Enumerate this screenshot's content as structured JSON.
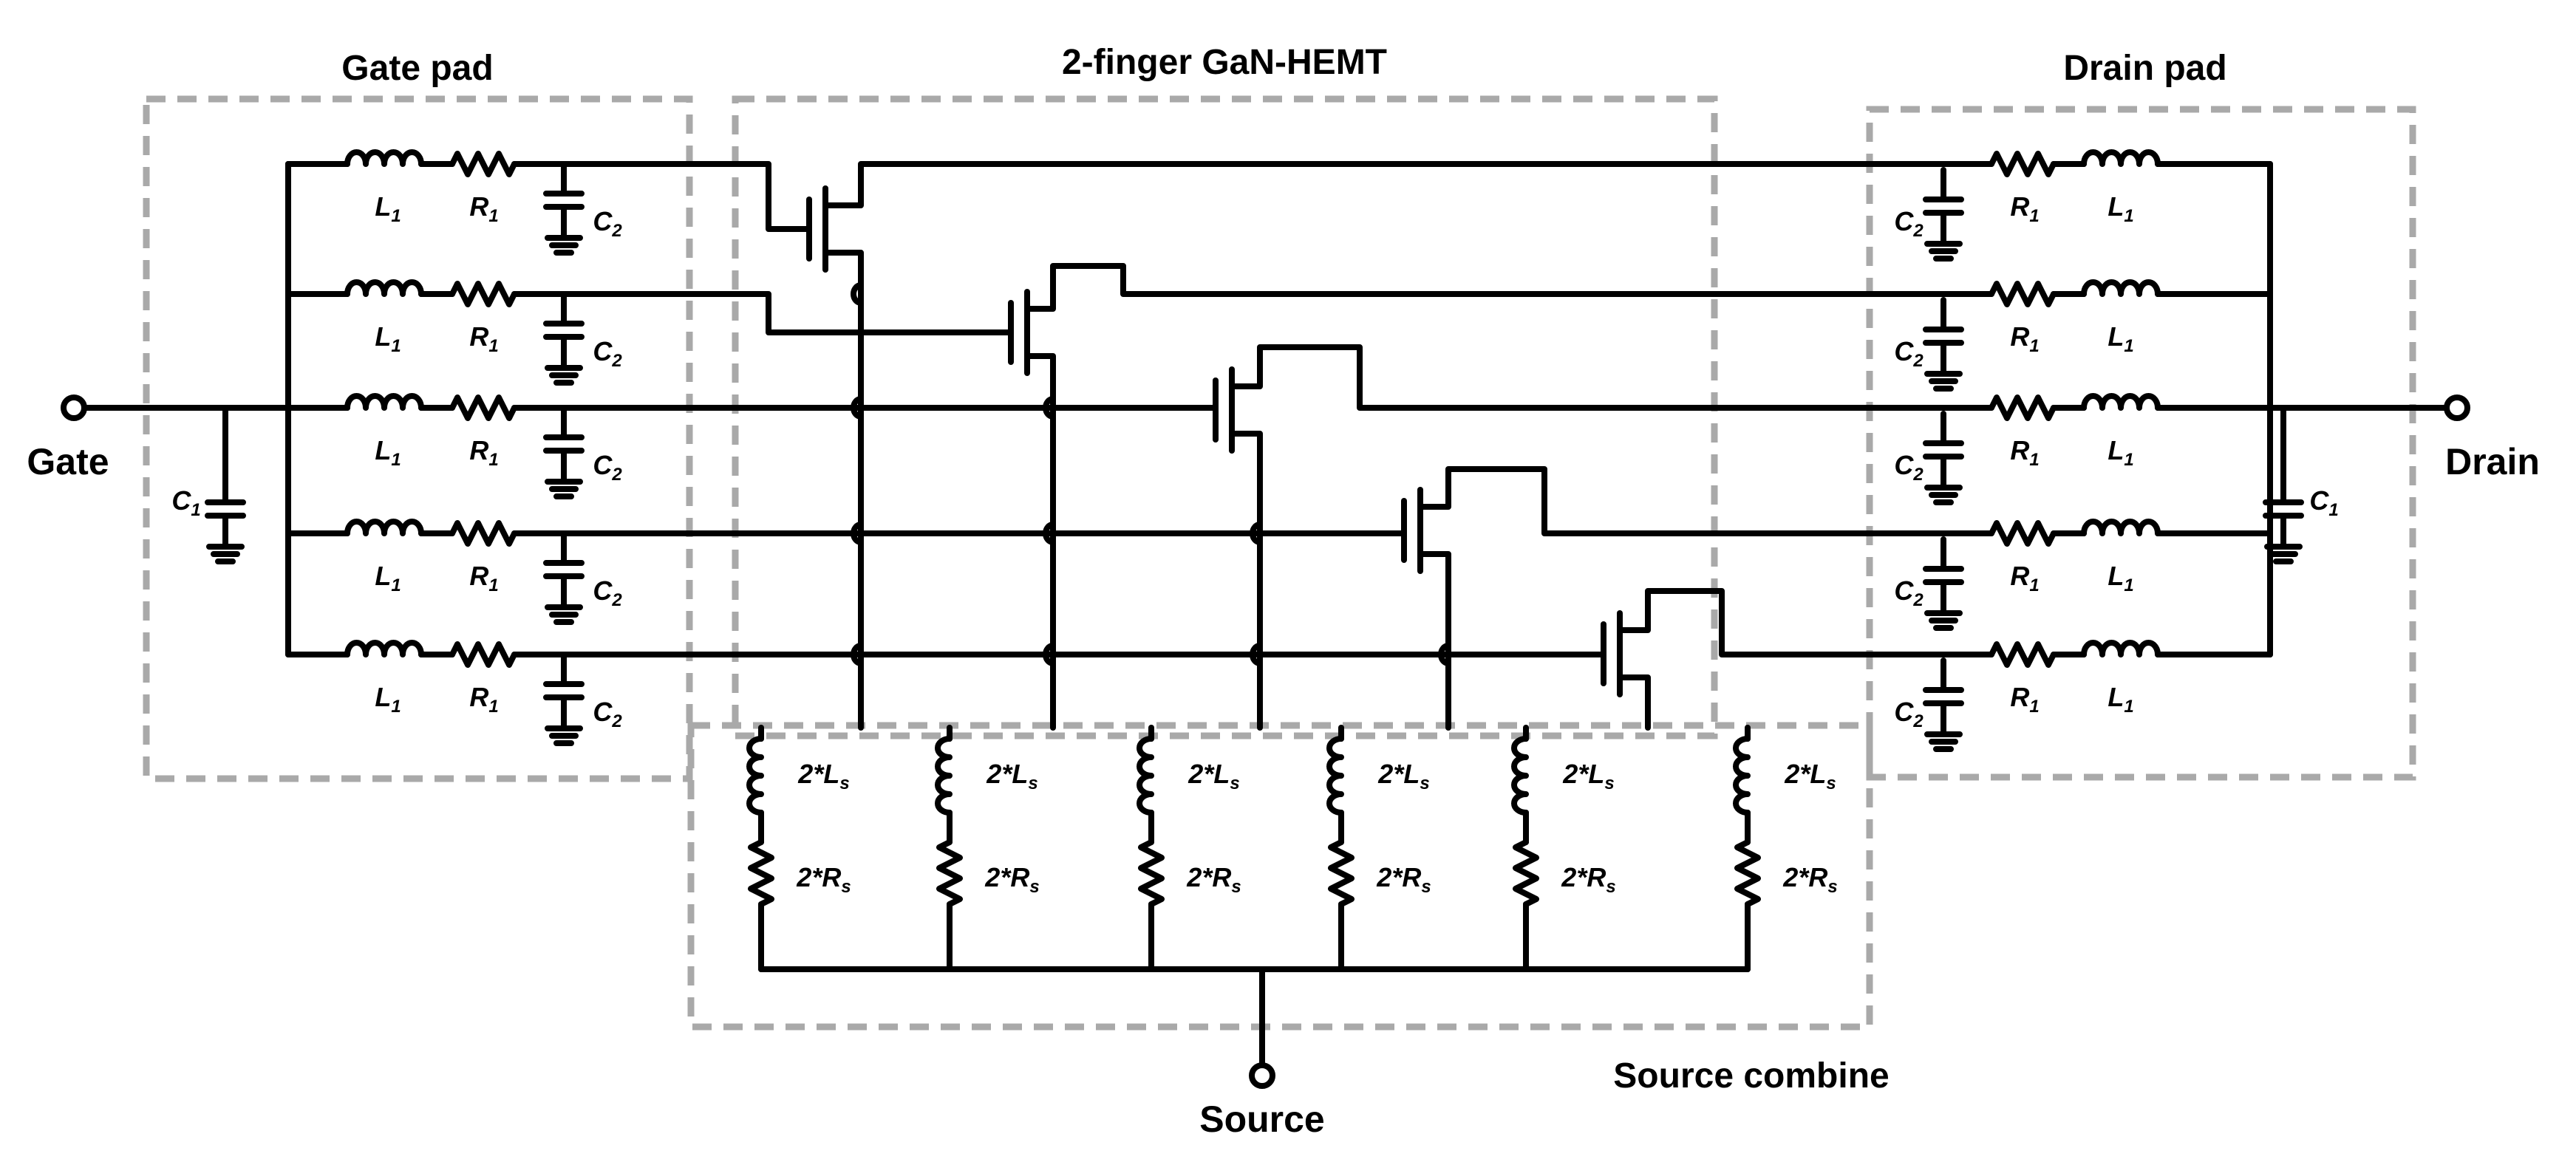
{
  "colors": {
    "wire": "#000000",
    "box": "#a9a9a9",
    "background": "#ffffff"
  },
  "titles": {
    "gate_pad": "Gate pad",
    "hemt": "2-finger GaN-HEMT",
    "drain_pad": "Drain pad",
    "source_combine": "Source combine"
  },
  "terminals": {
    "gate": "Gate",
    "drain": "Drain",
    "source": "Source"
  },
  "components": {
    "L1": {
      "sym": "L",
      "sub": "1"
    },
    "R1": {
      "sym": "R",
      "sub": "1"
    },
    "C1": {
      "sym": "C",
      "sub": "1"
    },
    "C2": {
      "sym": "C",
      "sub": "2"
    },
    "Ls": {
      "pre": "2*",
      "sym": "L",
      "sub": "s"
    },
    "Rs": {
      "pre": "2*",
      "sym": "R",
      "sub": "s"
    }
  },
  "icons": {
    "inductor": "inductor-icon",
    "resistor": "resistor-icon",
    "capacitor": "capacitor-icon",
    "ground": "ground-icon",
    "transistor": "hemt-transistor-icon",
    "terminal": "terminal-circle-icon"
  }
}
